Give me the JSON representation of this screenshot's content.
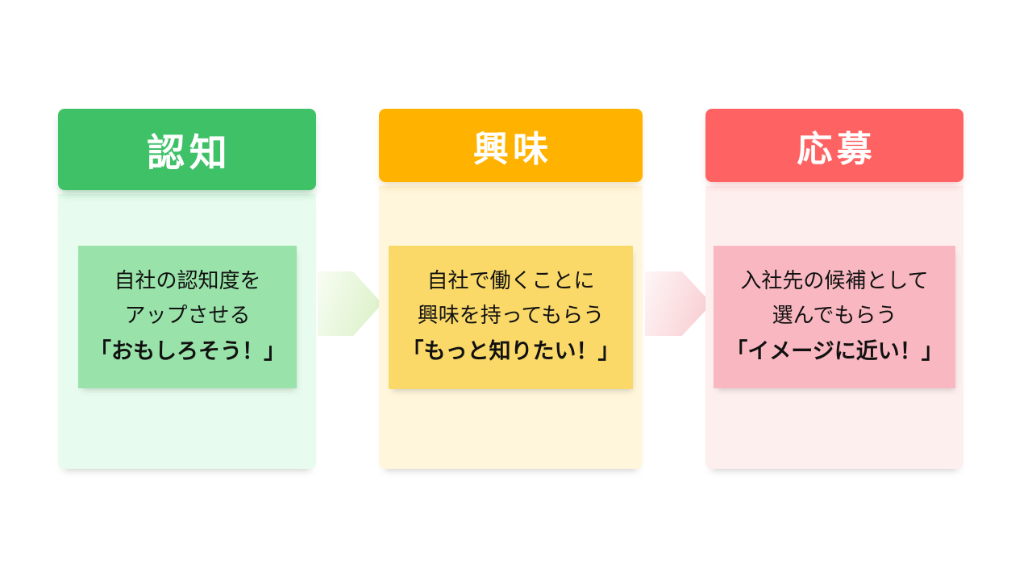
{
  "background": "#FFFFFF",
  "text_color": "#111111",
  "stages": [
    {
      "id": "awareness",
      "header": "認知",
      "line1": "自社の認知度を",
      "line2": "アップさせる",
      "quote": "「おもしろそう！」",
      "colors": {
        "header": "#3EC167",
        "body": "#E7FCEE",
        "card": "#99E3AA"
      }
    },
    {
      "id": "interest",
      "header": "興味",
      "line1": "自社で働くことに",
      "line2": "興味を持ってもらう",
      "quote": "「もっと知りたい！」",
      "colors": {
        "header": "#FFB300",
        "body": "#FFF6DC",
        "card": "#FAD969"
      }
    },
    {
      "id": "application",
      "header": "応募",
      "line1": "入社先の候補として",
      "line2": "選んでもらう",
      "quote": "「イメージに近い！」",
      "colors": {
        "header": "#FF6262",
        "body": "#FEEFEF",
        "card": "#F9B8C1"
      }
    }
  ],
  "arrows": [
    {
      "id": "awareness-to-interest",
      "gradient_from": "#F8FDF3",
      "gradient_to": "#D9EFC4"
    },
    {
      "id": "interest-to-application",
      "gradient_from": "#FEF6F6",
      "gradient_to": "#F7C8CF"
    }
  ]
}
